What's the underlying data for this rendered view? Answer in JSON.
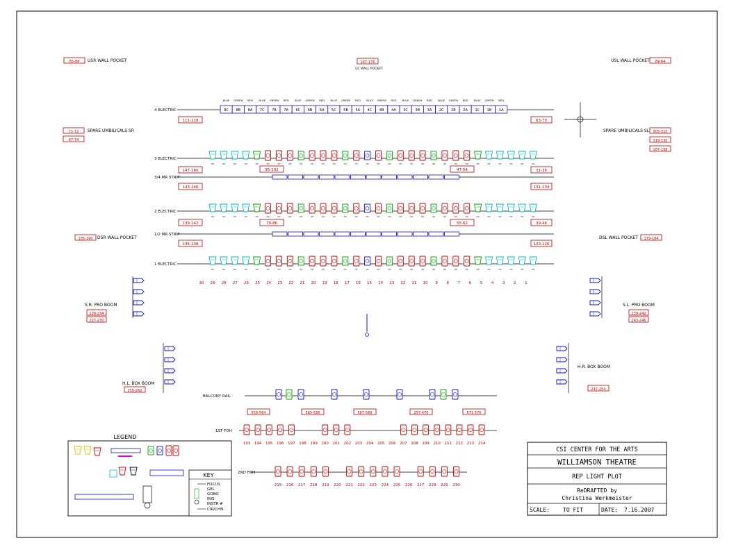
{
  "drawing": {
    "labels": {
      "usr_wall_pocket": "USR WALL POCKET",
      "usr_wall_pocket_range": "85-88",
      "uc_wall_pocket": "UC WALL POCKET",
      "uc_wall_pocket_range": "167-176",
      "usl_wall_pocket": "USL WALL POCKET",
      "usl_wall_pocket_range": "89-84",
      "spare_sr": "SPARE UMBILICALS SR",
      "spare_sr_ranges": [
        "71-72",
        "67-74"
      ],
      "spare_sl": "SPARE UMBILICALS SL",
      "spare_sl_ranges": [
        "305-310",
        "119-130",
        "187-198"
      ],
      "dsr_wall_pocket": "DSR WALL POCKET",
      "dsr_wall_pocket_range": "185-190",
      "dsl_wall_pocket": "DSL WALL POCKET",
      "dsl_wall_pocket_range": "179-184",
      "sr_pro_boom": "S.R. PRO BOOM",
      "sr_pro_boom_ranges": [
        "229-234",
        "227-230"
      ],
      "sl_pro_boom": "S.L. PRO BOOM",
      "sl_pro_boom_ranges": [
        "239-242",
        "243-246"
      ],
      "hl_box_boom": "H.L. BOX BOOM",
      "hl_box_boom_range": "255-262",
      "hr_box_boom": "H.R. BOX BOOM",
      "hr_box_boom_range": "247-254",
      "balcony_rail": "BALCONY RAIL",
      "balcony_ranges": [
        "559-564",
        "565-556",
        "567-569",
        "257-470",
        "571-576"
      ],
      "first_fom": "1ST FOH",
      "second_fom": "2ND FOH",
      "fom1_nums": [
        "193",
        "194",
        "195",
        "196",
        "197",
        "198",
        "199",
        "200",
        "201",
        "202",
        "203",
        "204",
        "205",
        "206",
        "207",
        "208",
        "209",
        "210",
        "211",
        "212",
        "213",
        "214"
      ],
      "fom2_nums": [
        "215",
        "216",
        "217",
        "218",
        "219",
        "220",
        "221",
        "222",
        "223",
        "224",
        "225",
        "226",
        "227",
        "228",
        "229",
        "230"
      ],
      "pipe_nums": [
        "30",
        "29",
        "28",
        "27",
        "26",
        "25",
        "24",
        "23",
        "22",
        "21",
        "20",
        "19",
        "18",
        "17",
        "16",
        "15",
        "14",
        "13",
        "12",
        "11",
        "10",
        "9",
        "8",
        "7",
        "6",
        "5",
        "4",
        "3",
        "2",
        "1"
      ]
    },
    "electrics": [
      {
        "name": "4 ELECTRIC",
        "left_box": "111-118",
        "right_box": "63-70"
      },
      {
        "name": "3 ELECTRIC",
        "left_box": "147-160",
        "mid_boxes": [
          "95-102",
          "47-54"
        ],
        "right_box": "31-38"
      },
      {
        "name": "3/4 MR STRIP",
        "left_box": "143-146",
        "right_box": "131-134"
      },
      {
        "name": "2 ELECTRIC",
        "left_box": "139-142",
        "mid_boxes": [
          "79-86",
          "55-62"
        ],
        "right_box": "39-46"
      },
      {
        "name": "1/2 MR STRIP",
        "left_box": "135-138",
        "right_box": "123-126"
      },
      {
        "name": "1 ELECTRIC"
      }
    ],
    "strip_4e_cells": [
      "8C",
      "8B",
      "8A",
      "7C",
      "7B",
      "7A",
      "6C",
      "6B",
      "6A",
      "5C",
      "5B",
      "5A",
      "4C",
      "4B",
      "4A",
      "3C",
      "3B",
      "3A",
      "2C",
      "2B",
      "2A",
      "1C",
      "1B",
      "1A"
    ],
    "strip_4e_heads": [
      "BLUE",
      "GREEN",
      "RED",
      "BLUE",
      "GREEN",
      "RED",
      "BLUE",
      "GREEN",
      "RED",
      "BLUE",
      "GREEN",
      "RED",
      "BLUE",
      "GREEN",
      "RED",
      "BLUE",
      "GREEN",
      "RED",
      "BLUE",
      "GREEN",
      "RED",
      "BLUE",
      "GREEN",
      "RED"
    ],
    "legend": {
      "title": "LEGEND",
      "key_title": "KEY",
      "key_items": [
        "FOCUS",
        "GEL",
        "GOBO",
        "IRIS",
        "INSTR #",
        "CIR/CHN"
      ]
    },
    "titleblock": {
      "org": "CSI CENTER FOR THE ARTS",
      "theatre": "WILLIAMSON THEATRE",
      "plot": "REP LIGHT PLOT",
      "redrafted": "ReDRAFTED by",
      "author": "Christina Werkmeister",
      "scale_label": "SCALE:",
      "scale_value": "TO FIT",
      "date_label": "DATE:",
      "date_value": "7.16.2007"
    },
    "colors": {
      "cyan": "#00b8c8",
      "green": "#00a000",
      "red": "#c00000",
      "blue": "#1010c0",
      "magenta": "#e000e0",
      "yellow": "#d0c000"
    }
  }
}
